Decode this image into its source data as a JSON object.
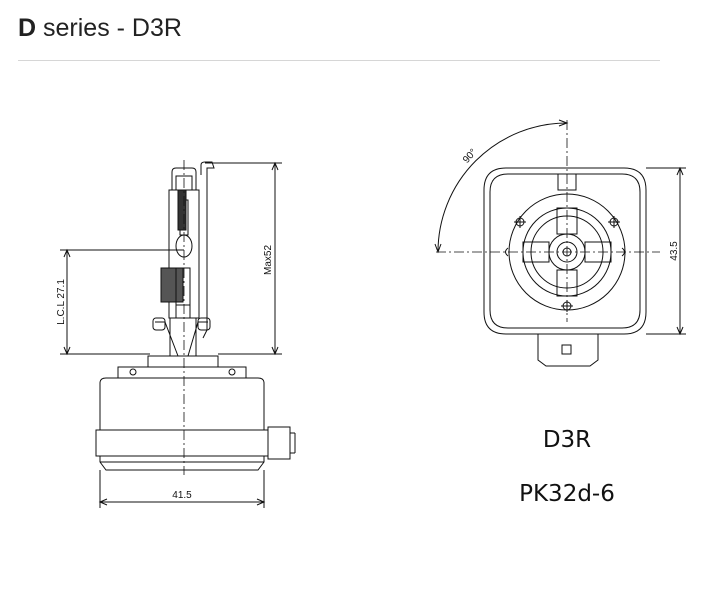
{
  "header": {
    "title_prefix": "D",
    "title_rest": " series - D3R"
  },
  "drawing": {
    "dim_width": "41.5",
    "dim_max_height": "Max52",
    "dim_lcl": "L.C.L 27.1",
    "dim_angle": "90°",
    "dim_base_height": "43.5"
  },
  "labels": {
    "model": "D3R",
    "base_type": "PK32d-6"
  }
}
